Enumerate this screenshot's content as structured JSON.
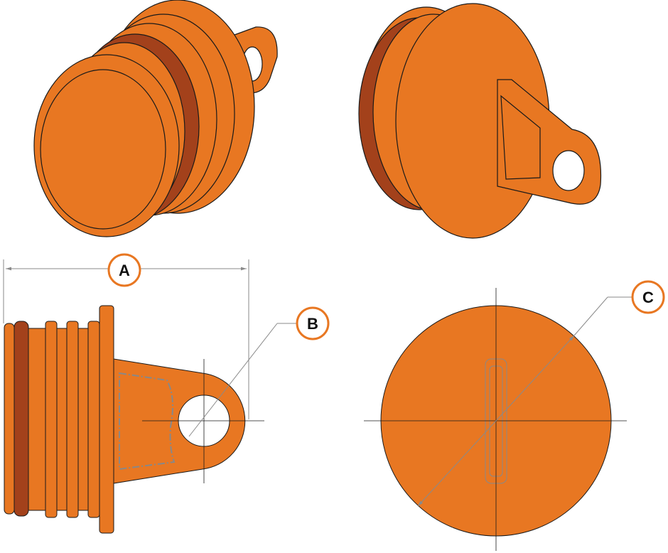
{
  "colors": {
    "body": "#E87722",
    "seal_ring": "#A3411B",
    "outline": "#1a1a1a",
    "dimension_line": "#8a8a8a",
    "callout_border": "#E87722"
  },
  "callouts": {
    "a": "A",
    "b": "B",
    "c": "C"
  }
}
